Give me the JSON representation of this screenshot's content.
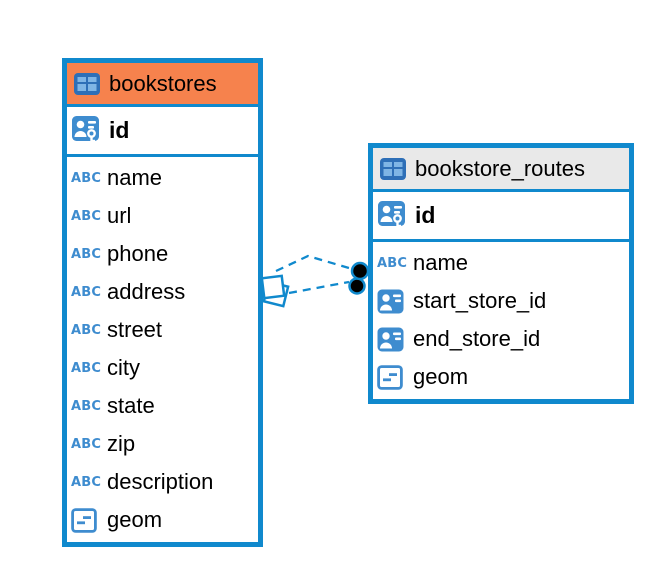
{
  "palette": {
    "accent_blue": "#1089CD",
    "icon_blue": "#3E8CCF",
    "icon_blue_dark": "#2E6FB7",
    "icon_blue_light": "#7FB5E5",
    "header_orange": "#F6824D",
    "header_gray": "#E9E9E9",
    "marker_black": "#000000"
  },
  "icons": {
    "text_type_label": "ABC"
  },
  "tables": [
    {
      "name": "bookstores",
      "key_columns": [
        {
          "name": "id",
          "type": "primary-key"
        }
      ],
      "columns": [
        {
          "name": "name",
          "type": "text"
        },
        {
          "name": "url",
          "type": "text"
        },
        {
          "name": "phone",
          "type": "text"
        },
        {
          "name": "address",
          "type": "text"
        },
        {
          "name": "street",
          "type": "text"
        },
        {
          "name": "city",
          "type": "text"
        },
        {
          "name": "state",
          "type": "text"
        },
        {
          "name": "zip",
          "type": "text"
        },
        {
          "name": "description",
          "type": "text"
        },
        {
          "name": "geom",
          "type": "geometry"
        }
      ]
    },
    {
      "name": "bookstore_routes",
      "key_columns": [
        {
          "name": "id",
          "type": "primary-key"
        }
      ],
      "columns": [
        {
          "name": "name",
          "type": "text"
        },
        {
          "name": "start_store_id",
          "type": "reference"
        },
        {
          "name": "end_store_id",
          "type": "reference"
        },
        {
          "name": "geom",
          "type": "geometry"
        }
      ]
    }
  ]
}
